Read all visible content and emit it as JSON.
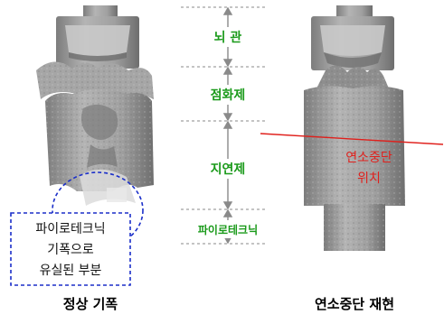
{
  "sections": [
    {
      "label": "뇌  관"
    },
    {
      "label": "점화제"
    },
    {
      "label": "지연제"
    },
    {
      "label": "파이로테크닉"
    }
  ],
  "callout": {
    "lines": [
      "파이로테크닉",
      "기폭으로",
      "유실된 부분"
    ],
    "border_color": "#1b2fc9"
  },
  "red_annotation": {
    "lines": [
      "연소중단",
      "위치"
    ],
    "color": "#e0201c"
  },
  "captions": {
    "left": "정상 기폭",
    "right": "연소중단 재현"
  },
  "colors": {
    "section_label": "#1a9a1a",
    "arrow": "#8a8a8a",
    "specimen": "#9a9a9a"
  }
}
